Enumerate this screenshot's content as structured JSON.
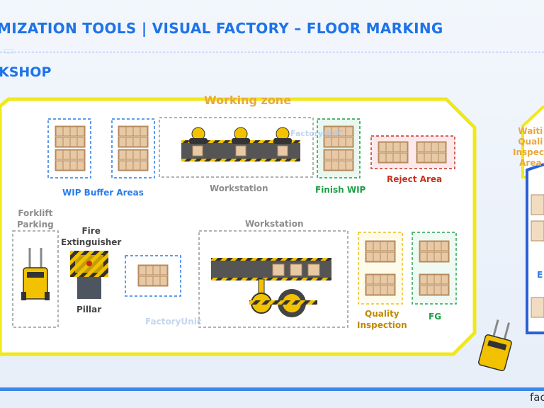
{
  "header": {
    "title": "MIZATION TOOLS | VISUAL FACTORY – FLOOR MARKING",
    "subtitle": "KSHOP"
  },
  "diagram": {
    "working_zone": "Working zone",
    "wip_buffer_areas": "WIP Buffer Areas",
    "workstation_top": "Workstation",
    "finish_wip": "Finish WIP",
    "reject_area": "Reject Area",
    "waiting_quality_inspection_area": [
      "Waiti",
      "Quali",
      "Inspect",
      "Area"
    ],
    "forklift_parking": [
      "Forklift",
      "Parking"
    ],
    "fire_extinguisher": [
      "Fire",
      "Extinguisher"
    ],
    "pillar": "Pillar",
    "workstation_bottom": "Workstation",
    "quality_inspection": [
      "Quality",
      "Inspection"
    ],
    "fg": "FG",
    "right_partial": "E"
  },
  "watermarks": [
    "FactoryUniC",
    "FactoryUnic"
  ],
  "footer": {
    "brand": "fac"
  },
  "colors": {
    "title_blue": "#1e73e8",
    "zone_border": "#f0e81a",
    "wip_blue": "#2a7de8",
    "finish_green": "#1f9e47",
    "reject_red": "#c7321f",
    "quality_yellow": "#e8c31a",
    "fg_green": "#2aa55a",
    "footer_blue": "#3d86ea"
  }
}
